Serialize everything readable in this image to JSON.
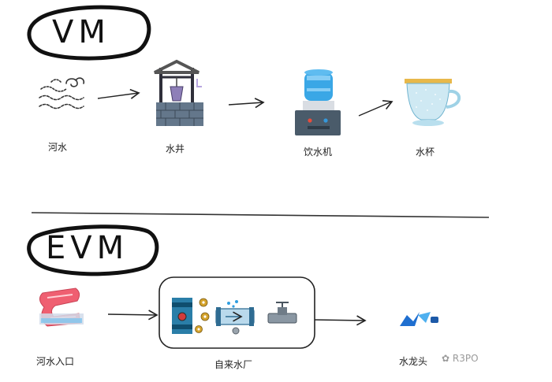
{
  "vm": {
    "title": "VM",
    "steps": [
      {
        "label": "河水",
        "icon": "river-waves-icon"
      },
      {
        "label": "水井",
        "icon": "water-well-icon"
      },
      {
        "label": "饮水机",
        "icon": "water-dispenser-icon"
      },
      {
        "label": "水杯",
        "icon": "teacup-icon"
      }
    ]
  },
  "evm": {
    "title": "EVM",
    "steps": [
      {
        "label": "河水入口",
        "icon": "water-slide-icon"
      },
      {
        "label": "自来水厂",
        "icon": "water-plant-icon"
      },
      {
        "label": "水龙头",
        "icon": "faucet-icon"
      }
    ]
  },
  "watermark": "R3PO",
  "colors": {
    "stroke": "#222222",
    "teal": "#1c6f86",
    "brick": "#66788a",
    "pink": "#ef5f71",
    "blue": "#2c8fd1"
  }
}
